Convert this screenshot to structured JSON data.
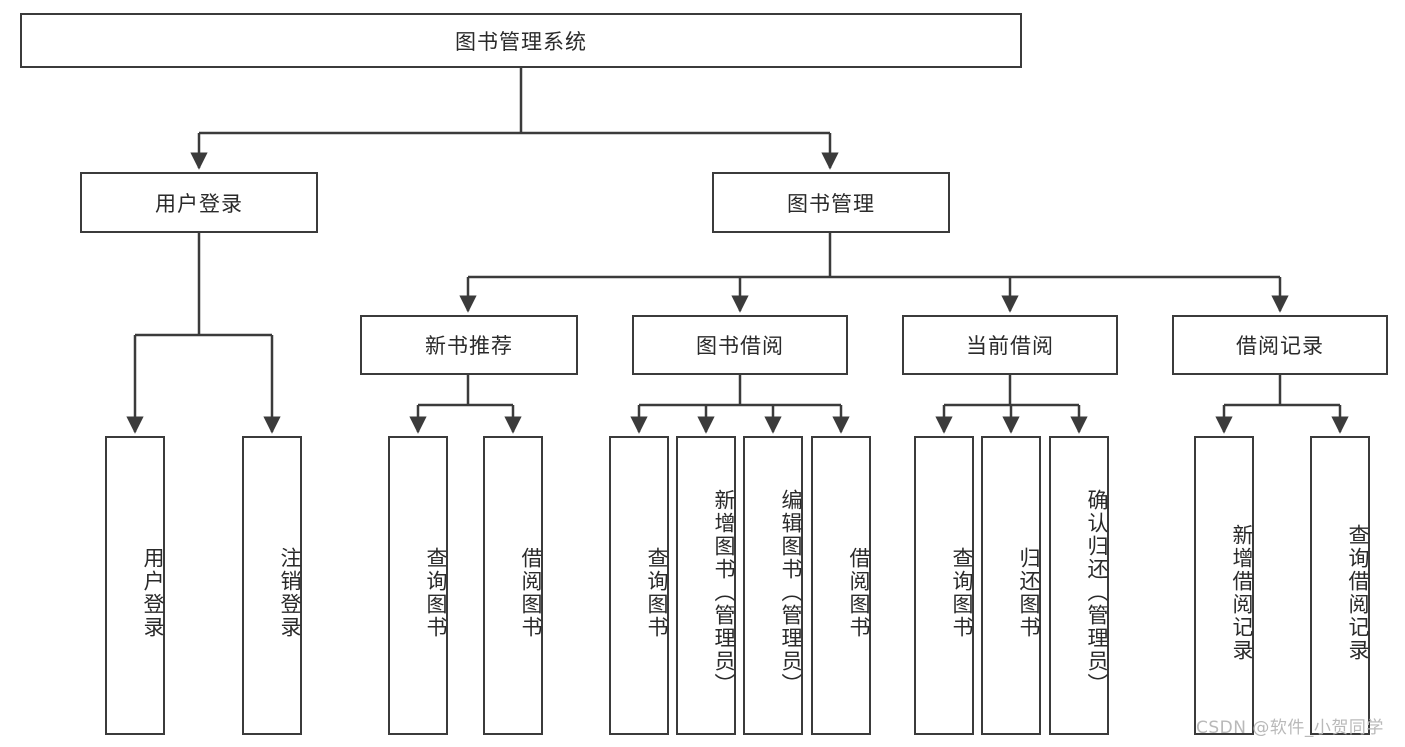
{
  "diagram": {
    "title_node": {
      "label": "图书管理系统"
    },
    "level2": [
      {
        "id": "user-login",
        "label": "用户登录"
      },
      {
        "id": "book-manage",
        "label": "图书管理"
      }
    ],
    "level3": [
      {
        "id": "new-book-recommend",
        "label": "新书推荐"
      },
      {
        "id": "book-borrow",
        "label": "图书借阅"
      },
      {
        "id": "current-borrow",
        "label": "当前借阅"
      },
      {
        "id": "borrow-record",
        "label": "借阅记录"
      }
    ],
    "leaves": [
      {
        "id": "leaf-user-login",
        "label": "用户登录",
        "parent": "user-login"
      },
      {
        "id": "leaf-logout-login",
        "label": "注销登录",
        "parent": "user-login"
      },
      {
        "id": "leaf-query-book-1",
        "label": "查询图书",
        "parent": "new-book-recommend"
      },
      {
        "id": "leaf-borrow-book-1",
        "label": "借阅图书",
        "parent": "new-book-recommend"
      },
      {
        "id": "leaf-query-book-2",
        "label": "查询图书",
        "parent": "book-borrow"
      },
      {
        "id": "leaf-add-book",
        "label": "新增图书（管理员）",
        "parent": "book-borrow"
      },
      {
        "id": "leaf-edit-book",
        "label": "编辑图书（管理员）",
        "parent": "book-borrow"
      },
      {
        "id": "leaf-borrow-book-2",
        "label": "借阅图书",
        "parent": "book-borrow"
      },
      {
        "id": "leaf-query-book-3",
        "label": "查询图书",
        "parent": "current-borrow"
      },
      {
        "id": "leaf-return-book",
        "label": "归还图书",
        "parent": "current-borrow"
      },
      {
        "id": "leaf-confirm-return",
        "label": "确认归还（管理员）",
        "parent": "current-borrow"
      },
      {
        "id": "leaf-add-record",
        "label": "新增借阅记录",
        "parent": "borrow-record"
      },
      {
        "id": "leaf-query-record",
        "label": "查询借阅记录",
        "parent": "borrow-record"
      }
    ],
    "watermark": "CSDN @软件_小贺同学",
    "colors": {
      "stroke": "#3b3b3b",
      "text": "#2a2a2a",
      "background": "#ffffff",
      "watermark": "#b9b9b9"
    }
  }
}
